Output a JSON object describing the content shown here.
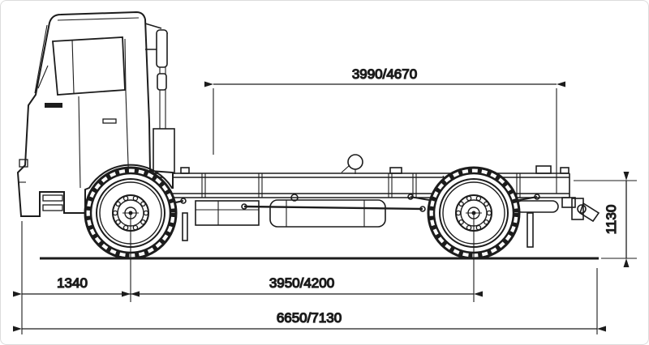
{
  "page": {
    "background": "#ffffff",
    "border_color": "#dcdcdc"
  },
  "diagram": {
    "type": "technical-drawing",
    "subject": "truck-chassis-side-view",
    "line_color": "#1c1c1c",
    "dimensions": {
      "top_span": "3990/4670",
      "frame_height": "1130",
      "front_overhang": "1340",
      "wheelbase": "3950/4200",
      "overall_length": "6650/7130"
    }
  }
}
